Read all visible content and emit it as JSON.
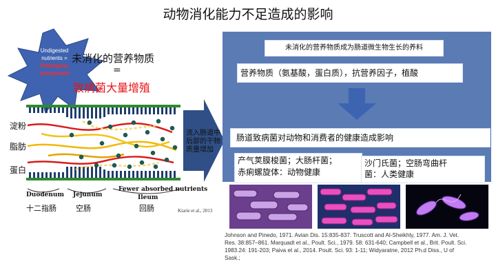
{
  "title": "动物消化能力不足造成的影响",
  "burst": {
    "line1": "Undigested",
    "line2": "nutrients =",
    "line3": "Pathogens",
    "line4": "overgrowth"
  },
  "callout": {
    "undigested": "未消化的营养物质",
    "equals": "=",
    "pathogen": "致病菌大量增殖"
  },
  "nutrients": [
    "淀粉",
    "脂肪",
    "蛋白"
  ],
  "segments": {
    "duodenum": "Duodenum",
    "jejunum": "Jejunum",
    "ileum": "Ileum",
    "fewer": "Fewer absorbed nutrients",
    "duodenum_cn": "十二指肠",
    "jejunum_cn": "空肠",
    "ileum_cn": "回肠"
  },
  "arrow_text": [
    "流入肠道中",
    "后部的干物",
    "质量增加"
  ],
  "citation": "Kiarie et al., 2013",
  "panel": {
    "box1": "未消化的营养物质成为肠道微生物生长的养料",
    "box2": "营养物质（氨基酸，蛋白质），抗营养因子，植酸",
    "box3": "肠道致病菌对动物和消费者的健康造成影响",
    "box4_lines": [
      "产气荚膜梭菌；大肠杆菌；",
      "赤痢螺旋体：动物健康"
    ],
    "box5_lines": [
      "沙门氏菌；空肠弯曲杆",
      "菌：人类健康"
    ]
  },
  "references": [
    "Johnson  and Pinedo, 1971. Avian Dis. 15:835-837. Truscott and Al-Sheikhly, 1977.  Am. J. Vet.",
    "Res. 38:857–861. Marquadt et al., Poult. Sci., 1979. 58: 631-640; Campbell et al., Brit. Poult. Sci.",
    "1983.24: 191-203; Paiva et al., 2014. Poult. Sci. 93: 1-11; Widyaratne, 2012 Ph.d Diss., U of",
    "Sask.;"
  ],
  "colors": {
    "panel": "#5b7bb5",
    "burst": "#3f63b0",
    "burst_red": "#ff2a2a",
    "gut_wall": "#2e8b2e",
    "arrow": "#2f4f86",
    "red_text": "#e8141a"
  }
}
